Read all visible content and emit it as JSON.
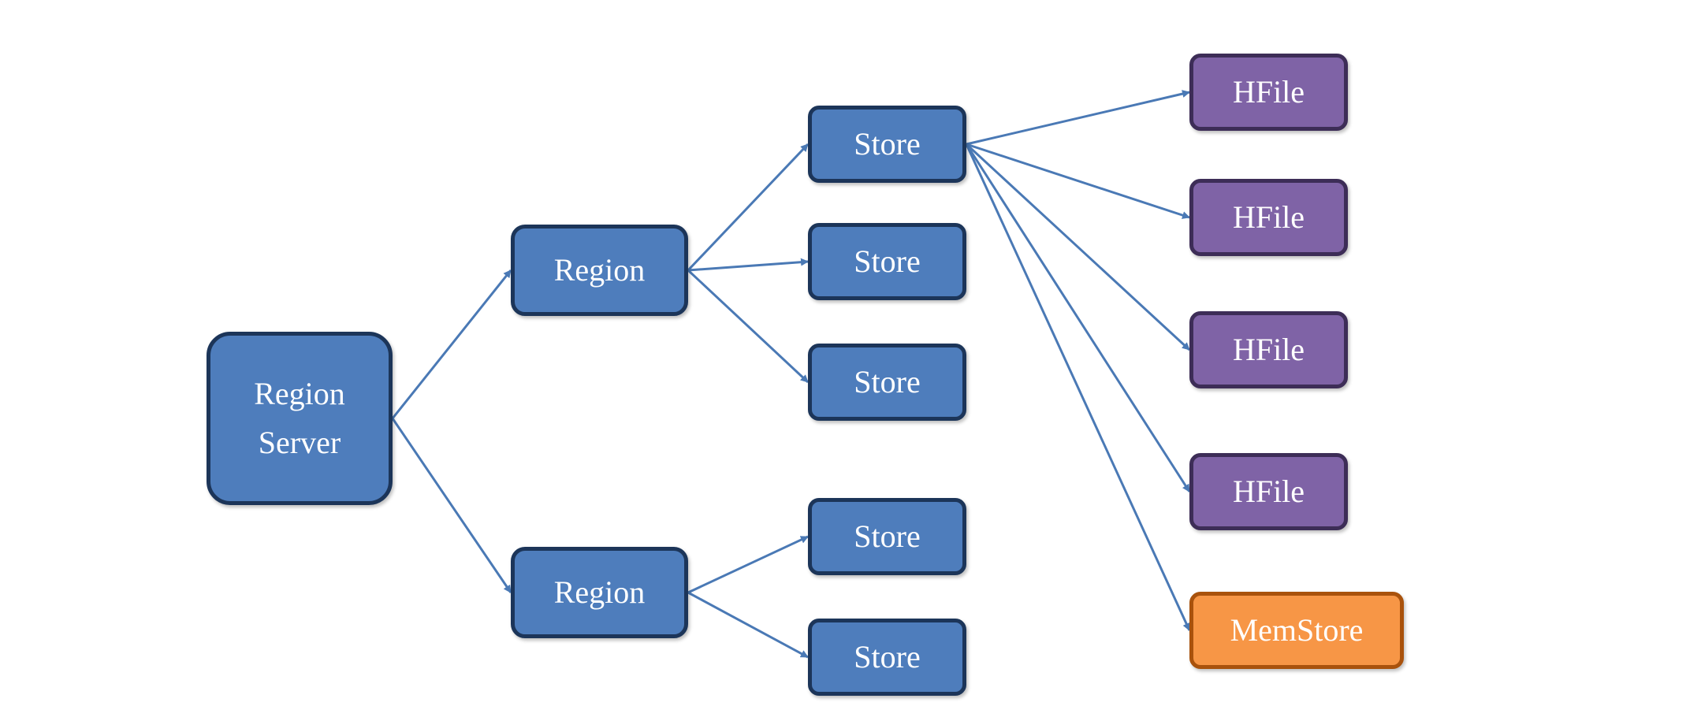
{
  "colors": {
    "region_server": "#4e7dbc",
    "region": "#4e7dbc",
    "store": "#4e7dbc",
    "hfile": "#7f63a6",
    "memstore": "#f79646",
    "edge": "#4a79b5"
  },
  "nodes": {
    "region_server": "Region\nServer",
    "region_top": "Region",
    "region_bottom": "Region",
    "store_1": "Store",
    "store_2": "Store",
    "store_3": "Store",
    "store_4": "Store",
    "store_5": "Store",
    "hfile_1": "HFile",
    "hfile_2": "HFile",
    "hfile_3": "HFile",
    "hfile_4": "HFile",
    "memstore": "MemStore"
  },
  "edges": [
    [
      "region_server",
      "region_top"
    ],
    [
      "region_server",
      "region_bottom"
    ],
    [
      "region_top",
      "store_1"
    ],
    [
      "region_top",
      "store_2"
    ],
    [
      "region_top",
      "store_3"
    ],
    [
      "region_bottom",
      "store_4"
    ],
    [
      "region_bottom",
      "store_5"
    ],
    [
      "store_1",
      "hfile_1"
    ],
    [
      "store_1",
      "hfile_2"
    ],
    [
      "store_1",
      "hfile_3"
    ],
    [
      "store_1",
      "hfile_4"
    ],
    [
      "store_1",
      "memstore"
    ]
  ]
}
